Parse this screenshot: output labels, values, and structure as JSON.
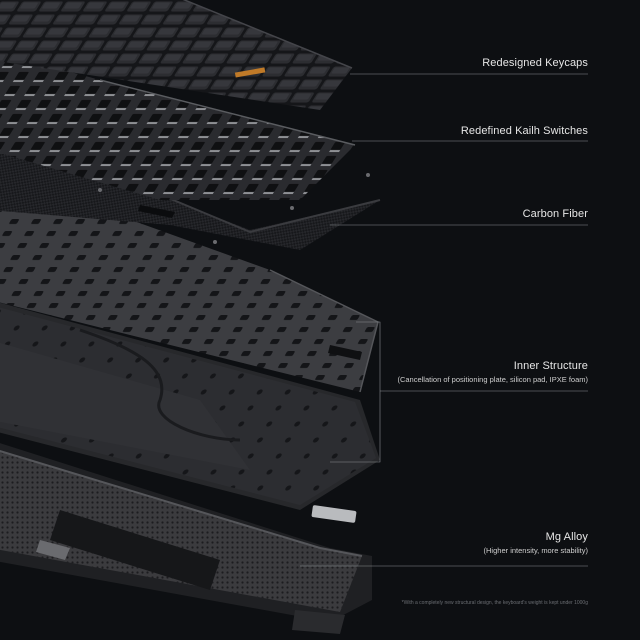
{
  "layers": [
    {
      "title": "Redesigned Keycaps",
      "subtitle": ""
    },
    {
      "title": "Redefined Kailh Switches",
      "subtitle": ""
    },
    {
      "title": "Carbon Fiber",
      "subtitle": ""
    },
    {
      "title": "Inner Structure",
      "subtitle": "(Cancellation of positioning plate, silicon pad, IPXE foam)"
    },
    {
      "title": "Mg Alloy",
      "subtitle": "(Higher intensity, more stability)"
    }
  ],
  "footnote": "*With a completely new structural design, the keyboard's weight is kept under 1000g",
  "colors": {
    "background": "#0d0f12",
    "keycap": "#2a2b2e",
    "keycap_top": "#34353a",
    "switch": "#1b1c1f",
    "switch_glow": "#9a9ca0",
    "carbon": "#1a1b1e",
    "plate": "#3a3b3f",
    "inner": "#2b2c30",
    "alloy": "#46474b",
    "leader": "#8a8d92",
    "accent": "#c07a28"
  }
}
